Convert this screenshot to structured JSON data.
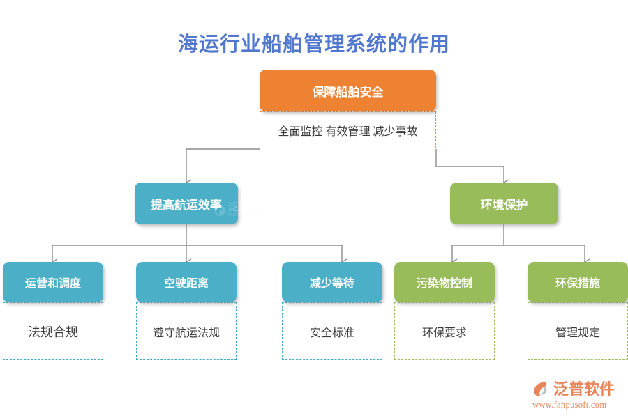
{
  "page": {
    "title": "海运行业船舶管理系统的作用",
    "title_color": "#5277cf",
    "background": "#ffffff"
  },
  "palette": {
    "orange": "#ee8233",
    "teal": "#4bafc8",
    "green": "#97bc59",
    "connector": "#8c8c8c",
    "logo": "#e8845a"
  },
  "diagram": {
    "type": "hierarchy-tree",
    "root": {
      "id": "root",
      "label": "保障船舶安全",
      "detail": "全面监控 有效管理 减少事故",
      "color": "orange"
    },
    "level2": [
      {
        "id": "efficiency",
        "label": "提高航运效率",
        "color": "teal"
      },
      {
        "id": "environment",
        "label": "环境保护",
        "color": "green"
      }
    ],
    "level3": [
      {
        "id": "dispatch",
        "label": "运营和调度",
        "detail": "法规合规",
        "color": "teal",
        "parent": "efficiency"
      },
      {
        "id": "deadhead",
        "label": "空驶距离",
        "detail": "遵守航运法规",
        "color": "teal",
        "parent": "efficiency"
      },
      {
        "id": "waiting",
        "label": "减少等待",
        "detail": "安全标准",
        "color": "teal",
        "parent": "efficiency"
      },
      {
        "id": "pollutant",
        "label": "污染物控制",
        "detail": "环保要求",
        "color": "green",
        "parent": "environment"
      },
      {
        "id": "measures",
        "label": "环保措施",
        "detail": "管理规定",
        "color": "green",
        "parent": "environment"
      }
    ]
  },
  "logo": {
    "name": "泛普软件",
    "url": "www.fanpusoft.com",
    "mark": "swoosh-circle-icon"
  },
  "watermark": {
    "name": "泛普软件",
    "url": "FANPU SOFTWARE"
  }
}
